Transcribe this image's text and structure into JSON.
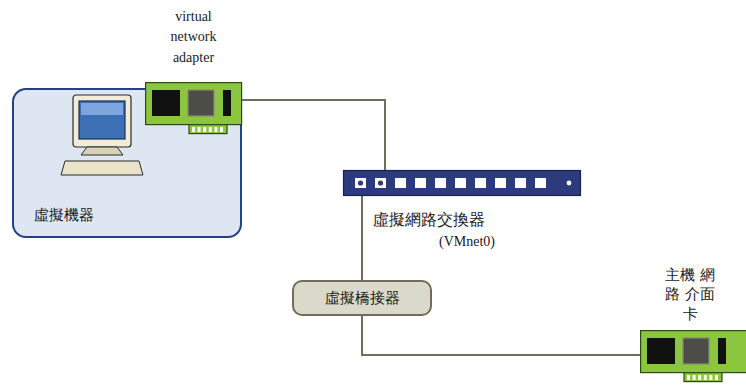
{
  "diagram": {
    "nodes": [
      {
        "text": [
          "虛擬機器"
        ]
      },
      {
        "text": [
          "virtual network adapter"
        ],
        "in": 0
      },
      {
        "text": [
          "虛擬網路交換器",
          "(VMnet0)"
        ]
      },
      {
        "text": [
          "虛擬橋接器"
        ]
      },
      {
        "text": [
          "主機 網路 介面卡"
        ]
      }
    ],
    "edges": [
      {
        "from": 1,
        "to": 2,
        "arrow": "none"
      },
      {
        "from": 2,
        "to": 3,
        "arrow": "none"
      },
      {
        "from": 3,
        "to": 4,
        "arrow": "none"
      }
    ]
  }
}
